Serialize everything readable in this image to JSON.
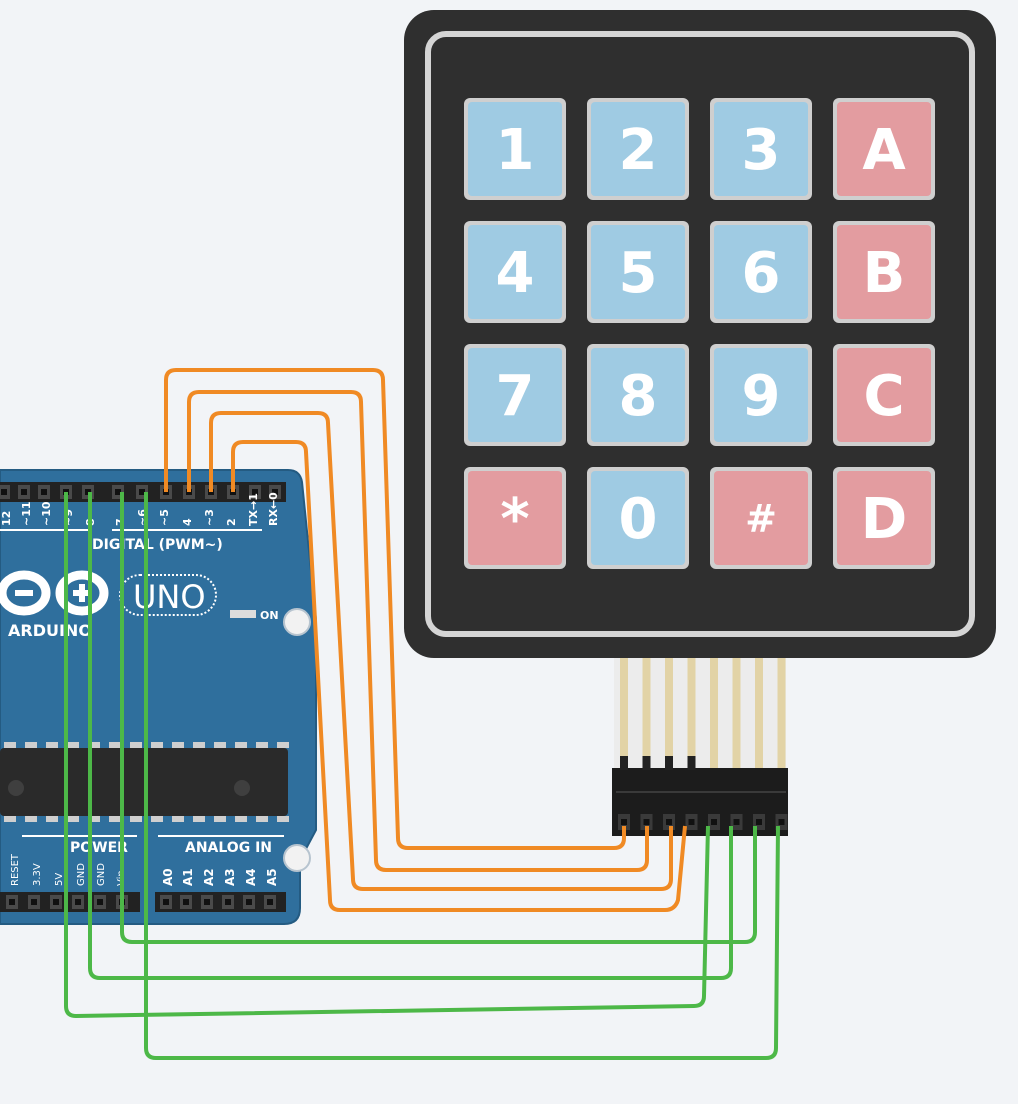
{
  "arduino": {
    "brand": "ARDUINO",
    "model": "UNO",
    "digital_label": "DIGITAL (PWM~)",
    "power_label": "POWER",
    "analog_label": "ANALOG IN",
    "on_label": "ON",
    "digital_pins": [
      "12",
      "~11",
      "~10",
      "~9",
      "8",
      "7",
      "~6",
      "~5",
      "4",
      "~3",
      "2",
      "TX→1",
      "RX←0"
    ],
    "power_pins": [
      "RESET",
      "3.3V",
      "5V",
      "GND",
      "GND",
      "Vin"
    ],
    "analog_pins": [
      "A0",
      "A1",
      "A2",
      "A3",
      "A4",
      "A5"
    ]
  },
  "keypad": {
    "keys": [
      [
        "1",
        "2",
        "3",
        "A"
      ],
      [
        "4",
        "5",
        "6",
        "B"
      ],
      [
        "7",
        "8",
        "9",
        "C"
      ],
      [
        "*",
        "0",
        "#",
        "D"
      ]
    ],
    "key_colors": [
      [
        "blue",
        "blue",
        "blue",
        "red"
      ],
      [
        "blue",
        "blue",
        "blue",
        "red"
      ],
      [
        "blue",
        "blue",
        "blue",
        "red"
      ],
      [
        "red",
        "blue",
        "red",
        "red"
      ]
    ]
  },
  "colors": {
    "board": "#2f6f9d",
    "keypad_body": "#2f2f2f",
    "key_blue": "#9fcbe3",
    "key_red": "#e39ca0",
    "wire_orange": "#f08a24",
    "wire_green": "#4db848"
  },
  "wires": {
    "orange_count": 4,
    "green_count": 4
  }
}
